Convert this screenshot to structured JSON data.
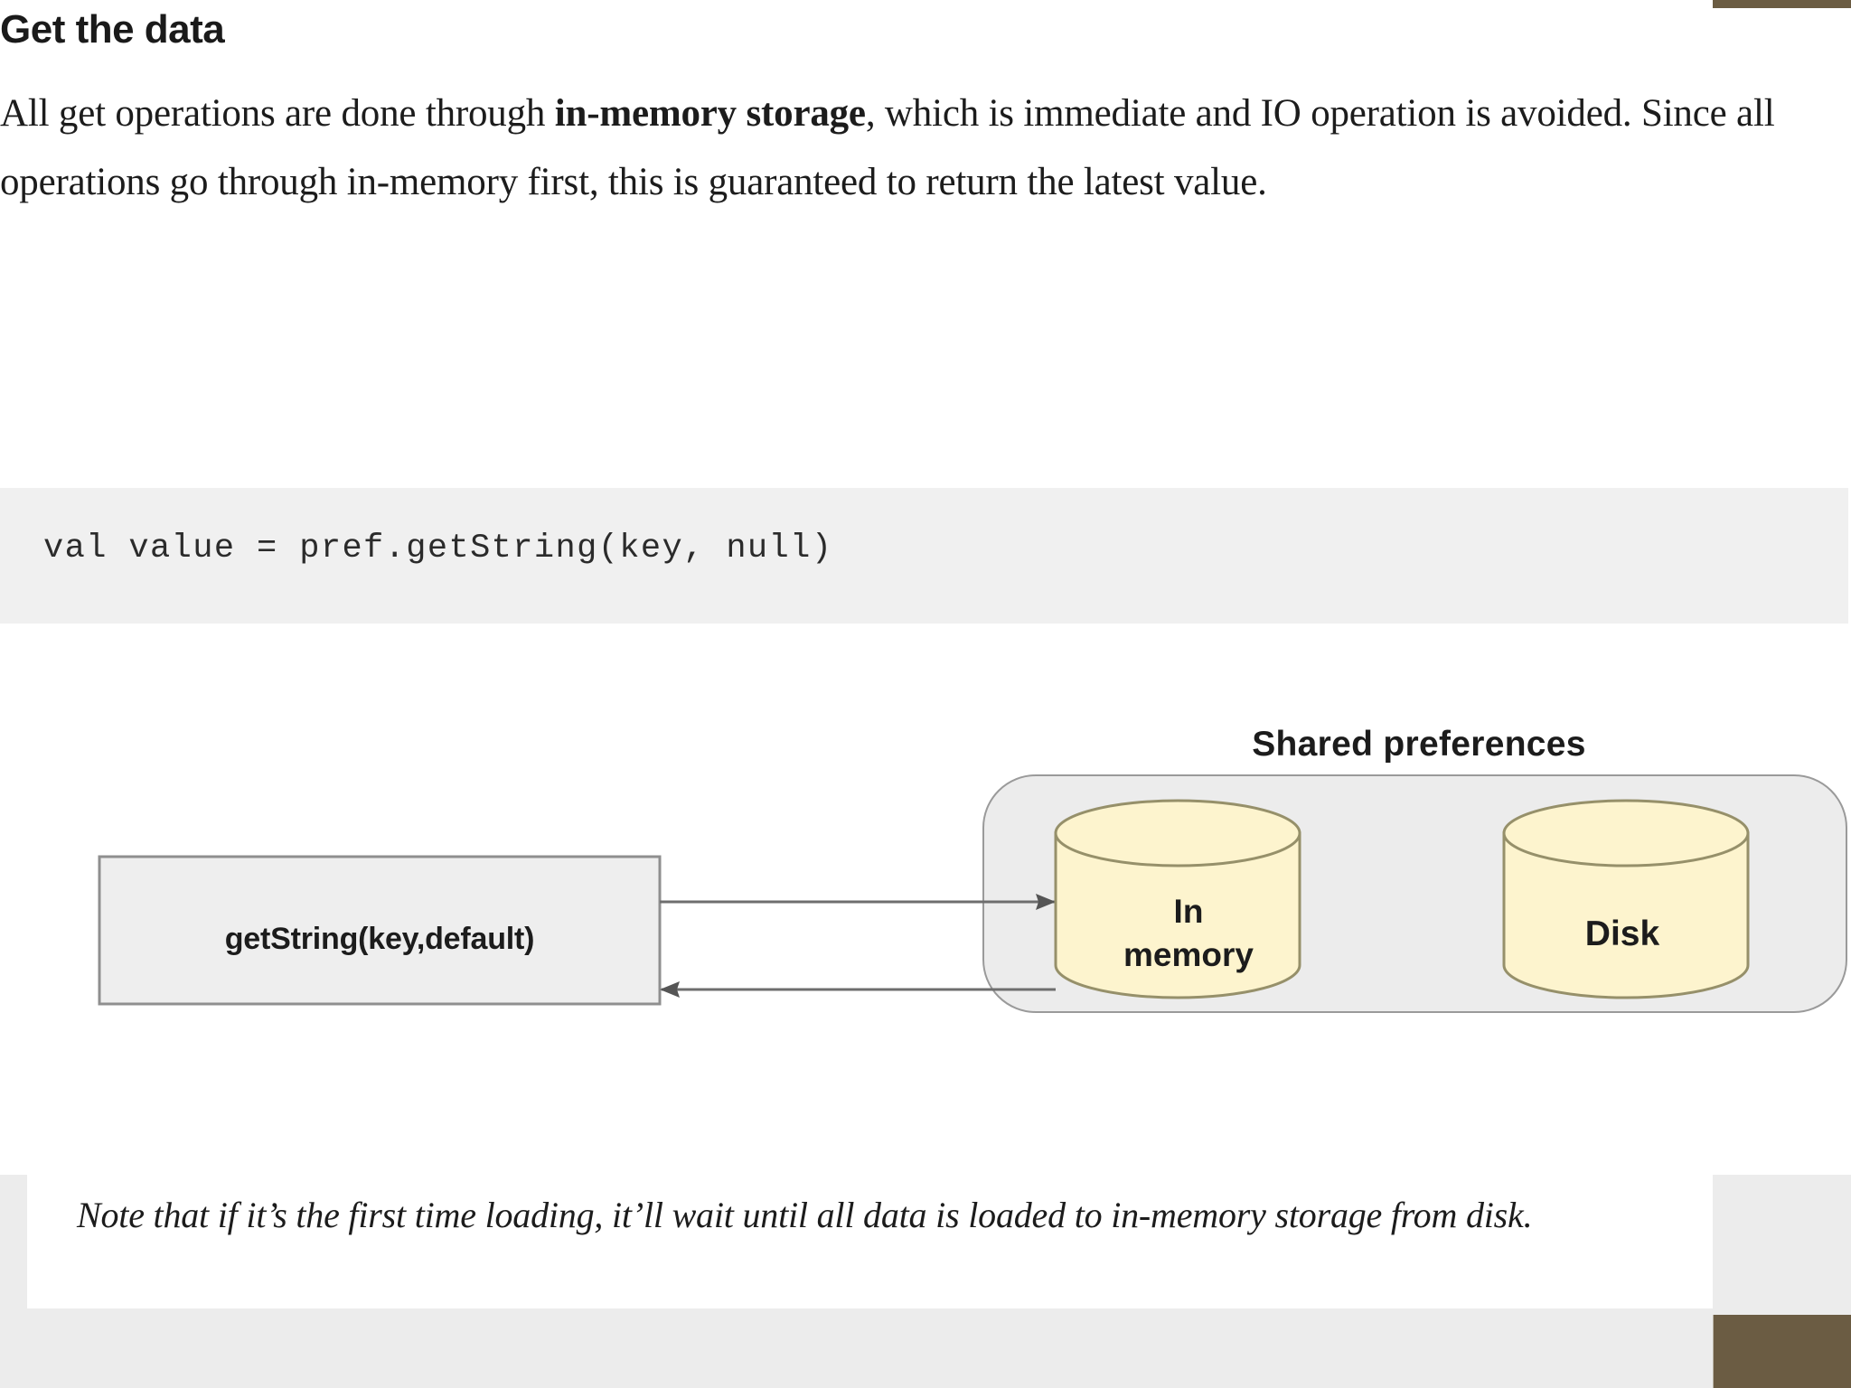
{
  "article": {
    "heading": "Get the data",
    "paragraph": {
      "part1": "All get operations are done through ",
      "emphasis": "in-memory storage",
      "part2": ", which is immediate and IO operation is avoided. Since all operations go through in-memory first, this is guaranteed to return the latest value."
    },
    "code_block": {
      "language": "kotlin",
      "text": "val value = pref.getString(key, null)"
    },
    "note": "Note that if it’s the first time loading, it’ll wait until all data is loaded to in-memory storage from disk."
  },
  "figure": {
    "title": "Shared preferences",
    "caller_box": {
      "label": "getString(key,default)"
    },
    "stores": [
      {
        "id": "in-memory",
        "line1": "In",
        "line2": "memory"
      },
      {
        "id": "disk",
        "line1": "Disk",
        "line2": ""
      }
    ],
    "arrows": [
      {
        "id": "request-arrow",
        "direction": "right",
        "from": "caller_box",
        "to": "in-memory"
      },
      {
        "id": "response-arrow",
        "direction": "left",
        "from": "in-memory",
        "to": "caller_box"
      }
    ]
  },
  "colors": {
    "page_background": "#ffffff",
    "code_background": "#f0f0f0",
    "figure_container_fill": "#ececec",
    "figure_container_stroke": "#999999",
    "cylinder_fill": "#fdf4ce",
    "cylinder_stroke": "#96906a",
    "box_fill": "#eeeeee",
    "box_stroke": "#8f8f8f",
    "arrow_stroke": "#666666",
    "edge_accent": "#6b5c43",
    "text_primary": "#1c1c1c"
  }
}
